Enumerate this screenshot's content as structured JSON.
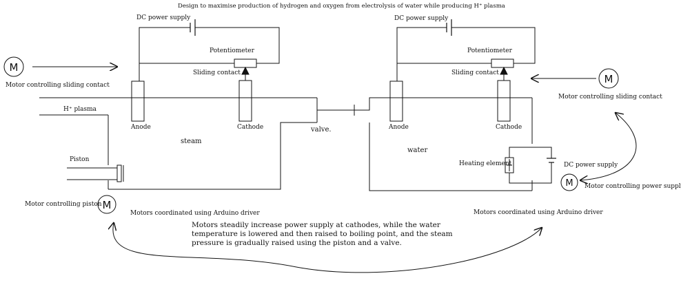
{
  "title": "Design to maximise production of hydrogen and oxygen from electrolysis of water  while producing H⁺ plasma",
  "left_cell": {
    "power_supply": "DC power supply",
    "potentiometer": "Potentiometer",
    "sliding_contact": "Sliding contact",
    "anode": "Anode",
    "cathode": "Cathode",
    "chamber": "steam",
    "plasma": "H⁺ plasma",
    "piston": "Piston",
    "motor_sliding": "Motor controlling sliding contact",
    "motor_piston": "Motor controlling piston",
    "coordination": "Motors coordinated using Arduino driver"
  },
  "valve": "valve.",
  "right_cell": {
    "power_supply": "DC power supply",
    "potentiometer": "Potentiometer",
    "sliding_contact": "Sliding contact",
    "anode": "Anode",
    "cathode": "Cathode",
    "chamber": "water",
    "heating_element": "Heating element",
    "heater_supply": "DC power supply",
    "motor_sliding": "Motor controlling sliding contact",
    "motor_power": "Motor controlling power supply",
    "coordination": "Motors coordinated using Arduino driver"
  },
  "motor_symbol": "M",
  "note": "Motors steadily increase power supply at cathodes, while the water temperature is lowered and then raised to boiling point, and the steam pressure is gradually raised using the piston and a valve."
}
